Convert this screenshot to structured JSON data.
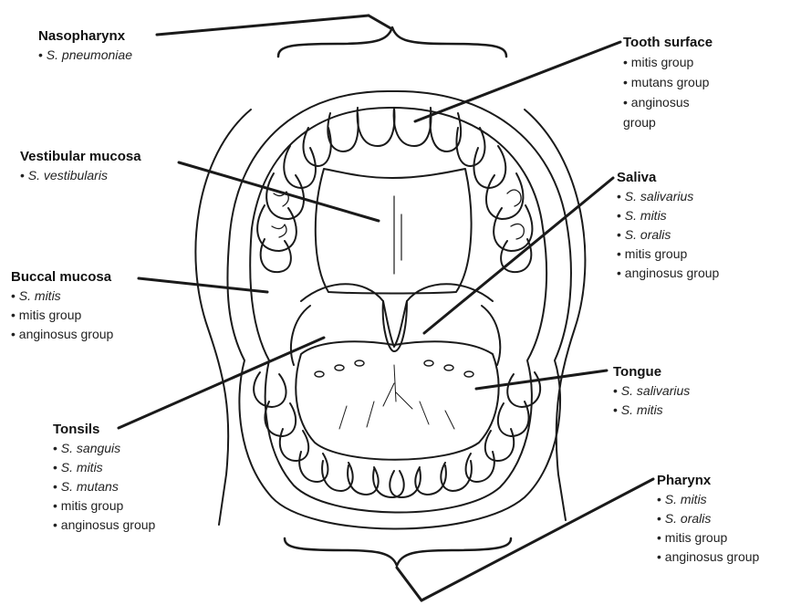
{
  "regions": [
    {
      "key": "nasopharynx",
      "title": "Nasopharynx",
      "items": [
        {
          "text": "S. pneumoniae",
          "italic": true
        }
      ]
    },
    {
      "key": "tooth-surface",
      "title": "Tooth surface",
      "items": [
        {
          "text": "mitis group",
          "italic": false
        },
        {
          "text": "mutans group",
          "italic": false
        },
        {
          "text": "anginosus group",
          "italic": false
        }
      ]
    },
    {
      "key": "vestibular-mucosa",
      "title": "Vestibular mucosa",
      "items": [
        {
          "text": "S. vestibularis",
          "italic": true
        }
      ]
    },
    {
      "key": "saliva",
      "title": "Saliva",
      "items": [
        {
          "text": "S. salivarius",
          "italic": true
        },
        {
          "text": "S. mitis",
          "italic": true
        },
        {
          "text": "S. oralis",
          "italic": true
        },
        {
          "text": "mitis group",
          "italic": false
        },
        {
          "text": "anginosus group",
          "italic": false
        }
      ]
    },
    {
      "key": "buccal-mucosa",
      "title": "Buccal mucosa",
      "items": [
        {
          "text": "S. mitis",
          "italic": true
        },
        {
          "text": "mitis group",
          "italic": false
        },
        {
          "text": "anginosus group",
          "italic": false
        }
      ]
    },
    {
      "key": "tongue",
      "title": "Tongue",
      "items": [
        {
          "text": "S. salivarius",
          "italic": true
        },
        {
          "text": "S. mitis",
          "italic": true
        }
      ]
    },
    {
      "key": "tonsils",
      "title": "Tonsils",
      "items": [
        {
          "text": "S. sanguis",
          "italic": true
        },
        {
          "text": "S. mitis",
          "italic": true
        },
        {
          "text": "S. mutans",
          "italic": true
        },
        {
          "text": "mitis group",
          "italic": false
        },
        {
          "text": "anginosus group",
          "italic": false
        }
      ]
    },
    {
      "key": "pharynx",
      "title": "Pharynx",
      "items": [
        {
          "text": "S. mitis",
          "italic": true
        },
        {
          "text": "S. oralis",
          "italic": true
        },
        {
          "text": "mitis group",
          "italic": false
        },
        {
          "text": "anginosus group",
          "italic": false
        }
      ]
    }
  ],
  "colors": {
    "line": "#1a1a1a",
    "text": "#222222",
    "background": "#ffffff"
  }
}
